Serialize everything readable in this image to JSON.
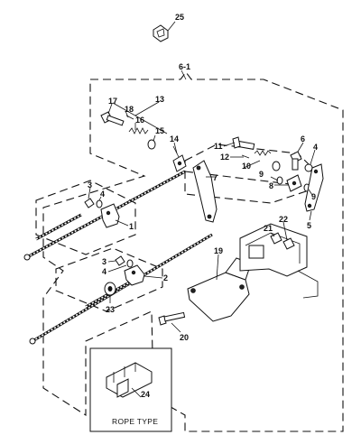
{
  "labels": {
    "group": "6-1",
    "caption": "ROPE TYPE",
    "p1": "1",
    "p2": "2",
    "p3a": "3",
    "p3b": "3",
    "p4a": "4",
    "p4b": "4",
    "p4c": "4",
    "p5": "5",
    "p6": "6",
    "p7": "7",
    "p8": "8",
    "p9a": "9",
    "p9b": "9",
    "p10": "10",
    "p11": "11",
    "p12": "12",
    "p13": "13",
    "p14": "14",
    "p15": "15",
    "p16": "16",
    "p17": "17",
    "p18": "18",
    "p19": "19",
    "p20": "20",
    "p21": "21",
    "p22": "22",
    "p23": "23",
    "p24": "24",
    "p25": "25"
  }
}
